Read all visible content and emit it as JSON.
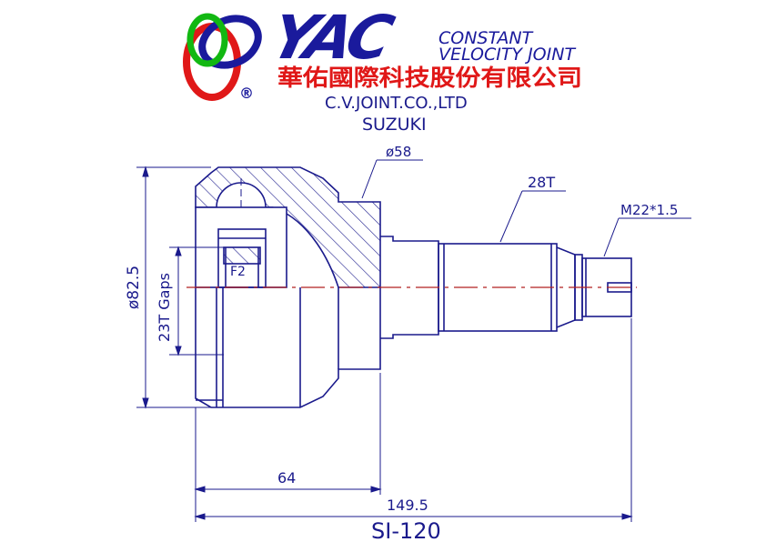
{
  "header": {
    "brand": "YAC",
    "tagline_line1": "CONSTANT",
    "tagline_line2": "VELOCITY JOINT",
    "company_chinese": "華佑國際科技股份有限公司",
    "company_english": "C.V.JOINT.CO.,LTD",
    "make": "SUZUKI",
    "registered_mark": "®"
  },
  "dimensions": {
    "outer_diameter": "ø82.5",
    "neck_diameter": "ø58",
    "inner_splines": "23T Gaps",
    "outer_splines": "28T",
    "thread": "M22*1.5",
    "mark_f2": "F2",
    "body_length": "64",
    "total_length": "149.5"
  },
  "part_number": "SI-120",
  "colors": {
    "line": "#1a1a8c",
    "text": "#1a1a8c",
    "centerline": "#b22222",
    "logo_blue": "#1a1a9c",
    "logo_red": "#e01818",
    "logo_green": "#12b812"
  }
}
